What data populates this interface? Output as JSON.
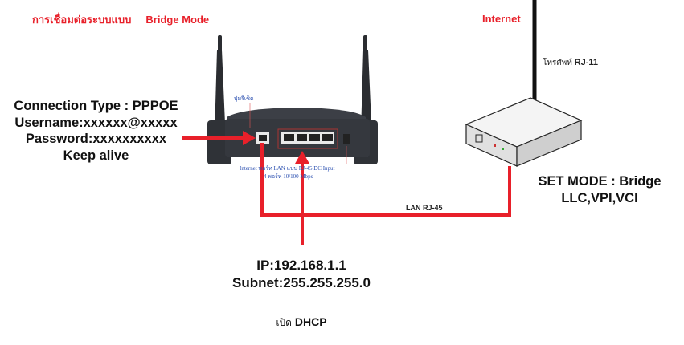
{
  "diagram": {
    "title_thai": "การเชื่อมต่อระบบแบบ",
    "title_mode": "Bridge Mode",
    "internet_label": "Internet",
    "phone_line_label_thai": "โทรศัพท์",
    "phone_line_label_port": "RJ-11",
    "router": {
      "reset_button_label": "ปุ่มรีเซ็ต",
      "port_caption_line1": "Internet  พอร์ท LAN แบบ RJ-45   DC Input",
      "port_caption_line2": "4 พอร์ท 10/100 Mbps"
    },
    "wan_settings": {
      "connection_type": "Connection Type :  PPPOE",
      "username": "Username:xxxxxx@xxxxx",
      "password": "Password:xxxxxxxxxx",
      "keep_alive": "Keep alive"
    },
    "modem_settings": {
      "set_mode": "SET MODE  : Bridge",
      "params": "LLC,VPI,VCI"
    },
    "lan_cable_label": "LAN RJ-45",
    "lan_settings": {
      "ip": "IP:192.168.1.1",
      "subnet": "Subnet:255.255.255.0"
    },
    "dhcp": {
      "thai_prefix": "เปิด",
      "label": "DHCP"
    },
    "colors": {
      "accent_red": "#e8202a",
      "text_dark": "#111111",
      "router_body": "#3a3d44",
      "caption_blue": "#2a4fb0"
    }
  }
}
